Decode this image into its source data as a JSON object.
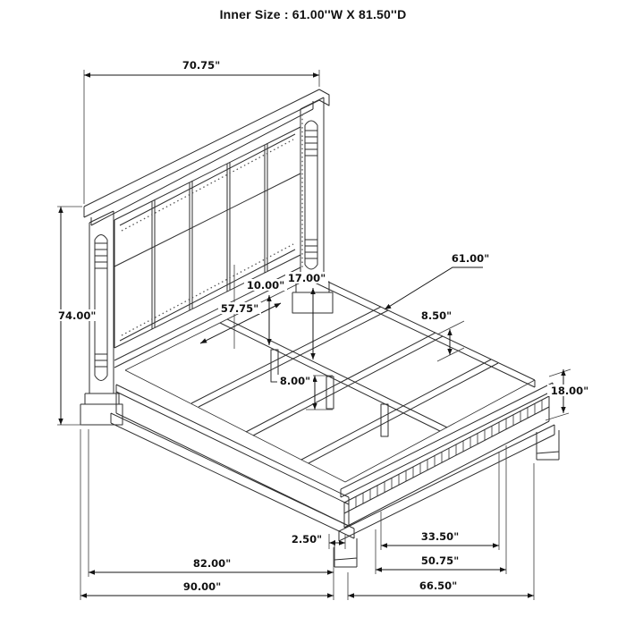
{
  "title": "Inner Size : 61.00''W X 81.50''D",
  "dimensions": {
    "headboard_width": "70.75\"",
    "headboard_height": "74.00\"",
    "inner_width": "61.00\"",
    "panel_to_slat_height": "10.00\"",
    "panel_to_rail_height": "17.00\"",
    "headboard_inner_width": "57.75\"",
    "slat_spacing": "8.50\"",
    "center_leg_height": "8.00\"",
    "footboard_height": "18.00\"",
    "footboard_leg_inset": "2.50\"",
    "footboard_panel_width": "33.50\"",
    "side_rail_length": "82.00\"",
    "footboard_inner_width": "50.75\"",
    "overall_length": "90.00\"",
    "overall_width": "66.50\""
  },
  "drawing": {
    "line_color": "#2e2e2e",
    "dimension_color": "#141414",
    "background_color": "#ffffff"
  }
}
